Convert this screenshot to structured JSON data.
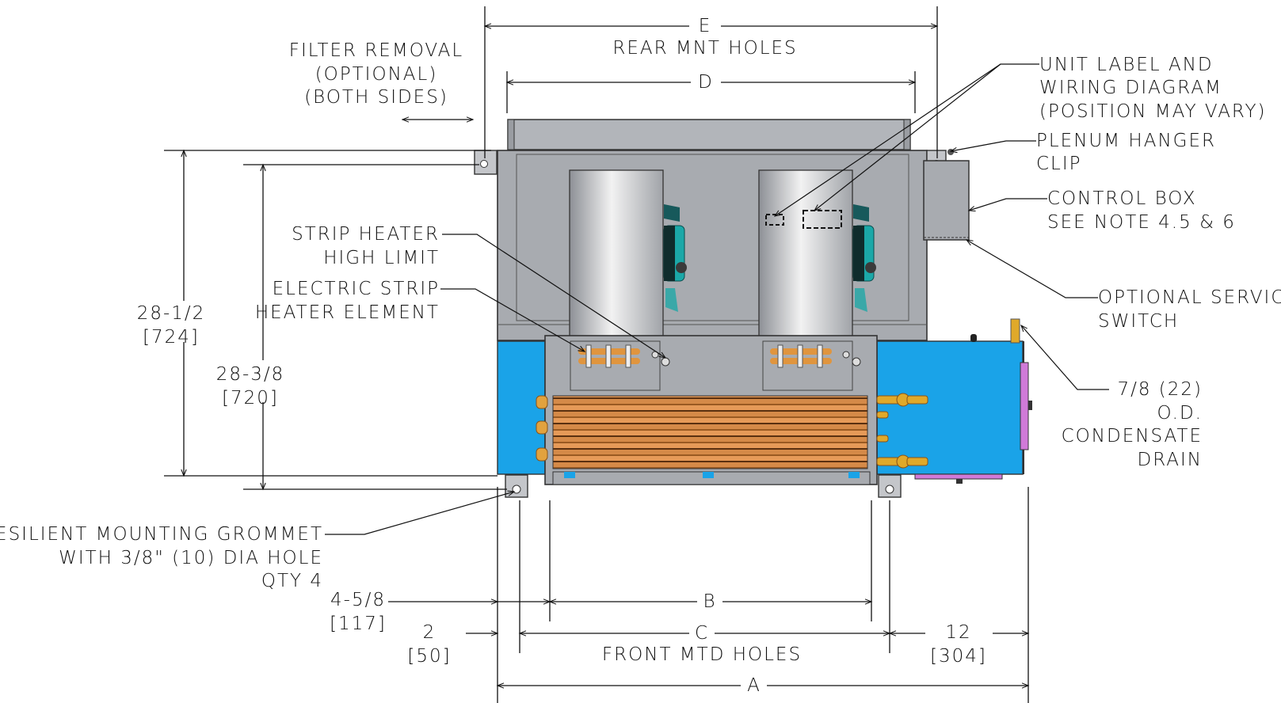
{
  "labels": {
    "filter_removal": [
      "FILTER REMOVAL",
      "(OPTIONAL)",
      "(BOTH SIDES)"
    ],
    "dim_e": "E",
    "rear_mnt_holes": "REAR MNT HOLES",
    "dim_d": "D",
    "unit_label": [
      "UNIT LABEL AND",
      "WIRING DIAGRAM",
      "(POSITION MAY VARY)"
    ],
    "plenum_hanger": [
      "PLENUM HANGER",
      "CLIP"
    ],
    "control_box": [
      "CONTROL BOX",
      "SEE NOTE 4.5 & 6"
    ],
    "strip_heater_high_limit": [
      "STRIP HEATER",
      "HIGH LIMIT"
    ],
    "electric_strip_heater": [
      "ELECTRIC STRIP",
      "HEATER ELEMENT"
    ],
    "optional_service_switch": [
      "OPTIONAL SERVICE",
      "SWITCH"
    ],
    "condensate_drain": [
      "7/8 (22)",
      "O.D.",
      "CONDENSATE",
      "DRAIN"
    ],
    "height_overall": [
      "28-1/2",
      "[724]"
    ],
    "height_holes": [
      "28-3/8",
      "[720]"
    ],
    "grommet": [
      "RESILIENT MOUNTING GROMMET",
      "WITH 3/8\" (10) DIA HOLE",
      "QTY 4"
    ],
    "dim_4_5_8": [
      "4-5/8",
      "[117]"
    ],
    "dim_2": [
      "2",
      "[50]"
    ],
    "dim_b": "B",
    "dim_c": "C",
    "front_mtd_holes": "FRONT MTD HOLES",
    "dim_12": [
      "12",
      "[304]"
    ],
    "dim_a": "A"
  },
  "colors": {
    "housing": "#a8abb0",
    "coil_panel": "#1aa3e8",
    "copper": "#c8782a",
    "brass": "#e0a92a",
    "motor": "#1ba8a8",
    "magenta": "#d07ad8"
  }
}
